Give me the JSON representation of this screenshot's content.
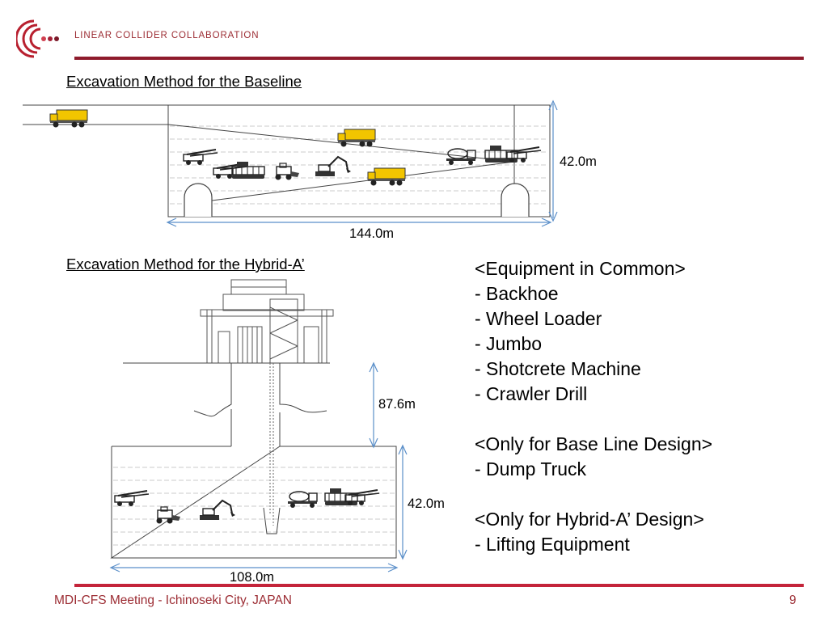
{
  "header": {
    "org_name": "LINEAR COLLIDER COLLABORATION",
    "brand_color": "#8e1b2c"
  },
  "baseline": {
    "title": "Excavation Method for the Baseline",
    "height_label": "42.0m",
    "width_label": "144.0m"
  },
  "hybrid": {
    "title": "Excavation Method for the Hybrid-A’",
    "shaft_label": "87.6m",
    "height_label": "42.0m",
    "width_label": "108.0m"
  },
  "equipment": {
    "common_header": "<Equipment in Common>",
    "common_items": [
      "- Backhoe",
      "- Wheel Loader",
      "- Jumbo",
      "- Shotcrete Machine",
      "- Crawler Drill"
    ],
    "baseline_header": "<Only for Base Line Design>",
    "baseline_items": [
      "- Dump Truck"
    ],
    "hybrid_header": "<Only for Hybrid-A’ Design>",
    "hybrid_items": [
      "- Lifting Equipment"
    ]
  },
  "footer": {
    "meeting": "MDI-CFS Meeting - Ichinoseki City, JAPAN",
    "page": "9"
  },
  "colors": {
    "truck": "#f2c500",
    "dimension_arrow": "#5b8fc9"
  }
}
